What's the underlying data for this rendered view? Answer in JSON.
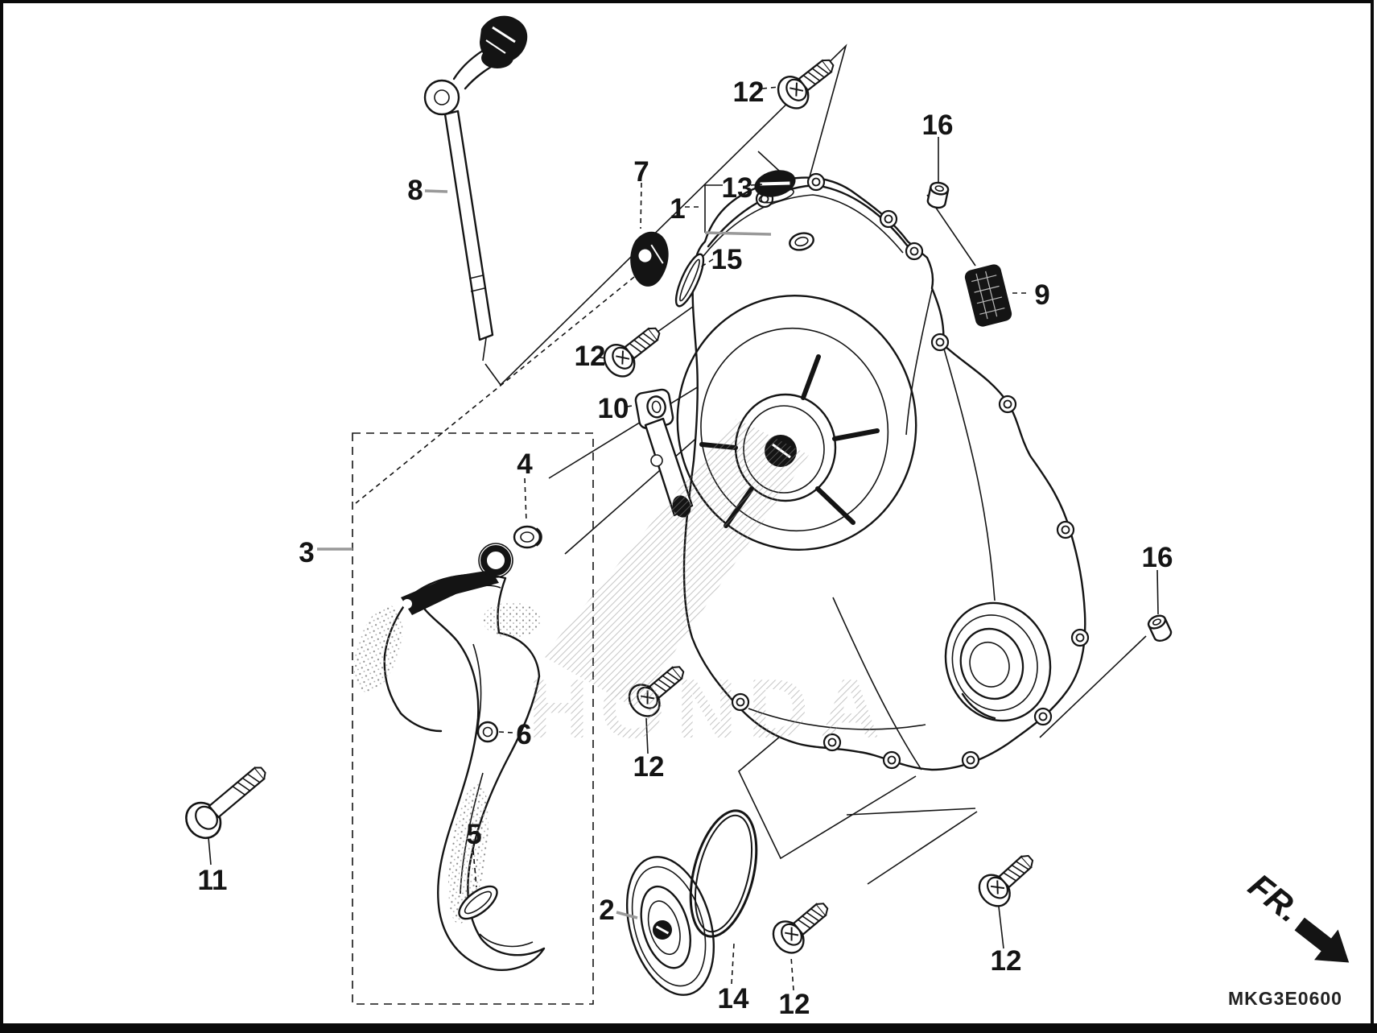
{
  "diagram": {
    "watermark": "HONDA",
    "drawing_code": "MKG3E0600",
    "direction_label": "FR.",
    "colors": {
      "line": "#141414",
      "leader": "#999999",
      "background": "#ffffff",
      "watermark_gray": "#8e8e8e"
    },
    "callouts": {
      "n1": {
        "label": "1"
      },
      "n2": {
        "label": "2"
      },
      "n3": {
        "label": "3"
      },
      "n4": {
        "label": "4"
      },
      "n5": {
        "label": "5"
      },
      "n6": {
        "label": "6"
      },
      "n7": {
        "label": "7"
      },
      "n8": {
        "label": "8"
      },
      "n9": {
        "label": "9"
      },
      "n10": {
        "label": "10"
      },
      "n11": {
        "label": "11"
      },
      "n12a": {
        "label": "12"
      },
      "n12b": {
        "label": "12"
      },
      "n12c": {
        "label": "12"
      },
      "n12d": {
        "label": "12"
      },
      "n12e": {
        "label": "12"
      },
      "n13": {
        "label": "13"
      },
      "n14": {
        "label": "14"
      },
      "n15": {
        "label": "15"
      },
      "n16a": {
        "label": "16"
      },
      "n16b": {
        "label": "16"
      }
    }
  }
}
